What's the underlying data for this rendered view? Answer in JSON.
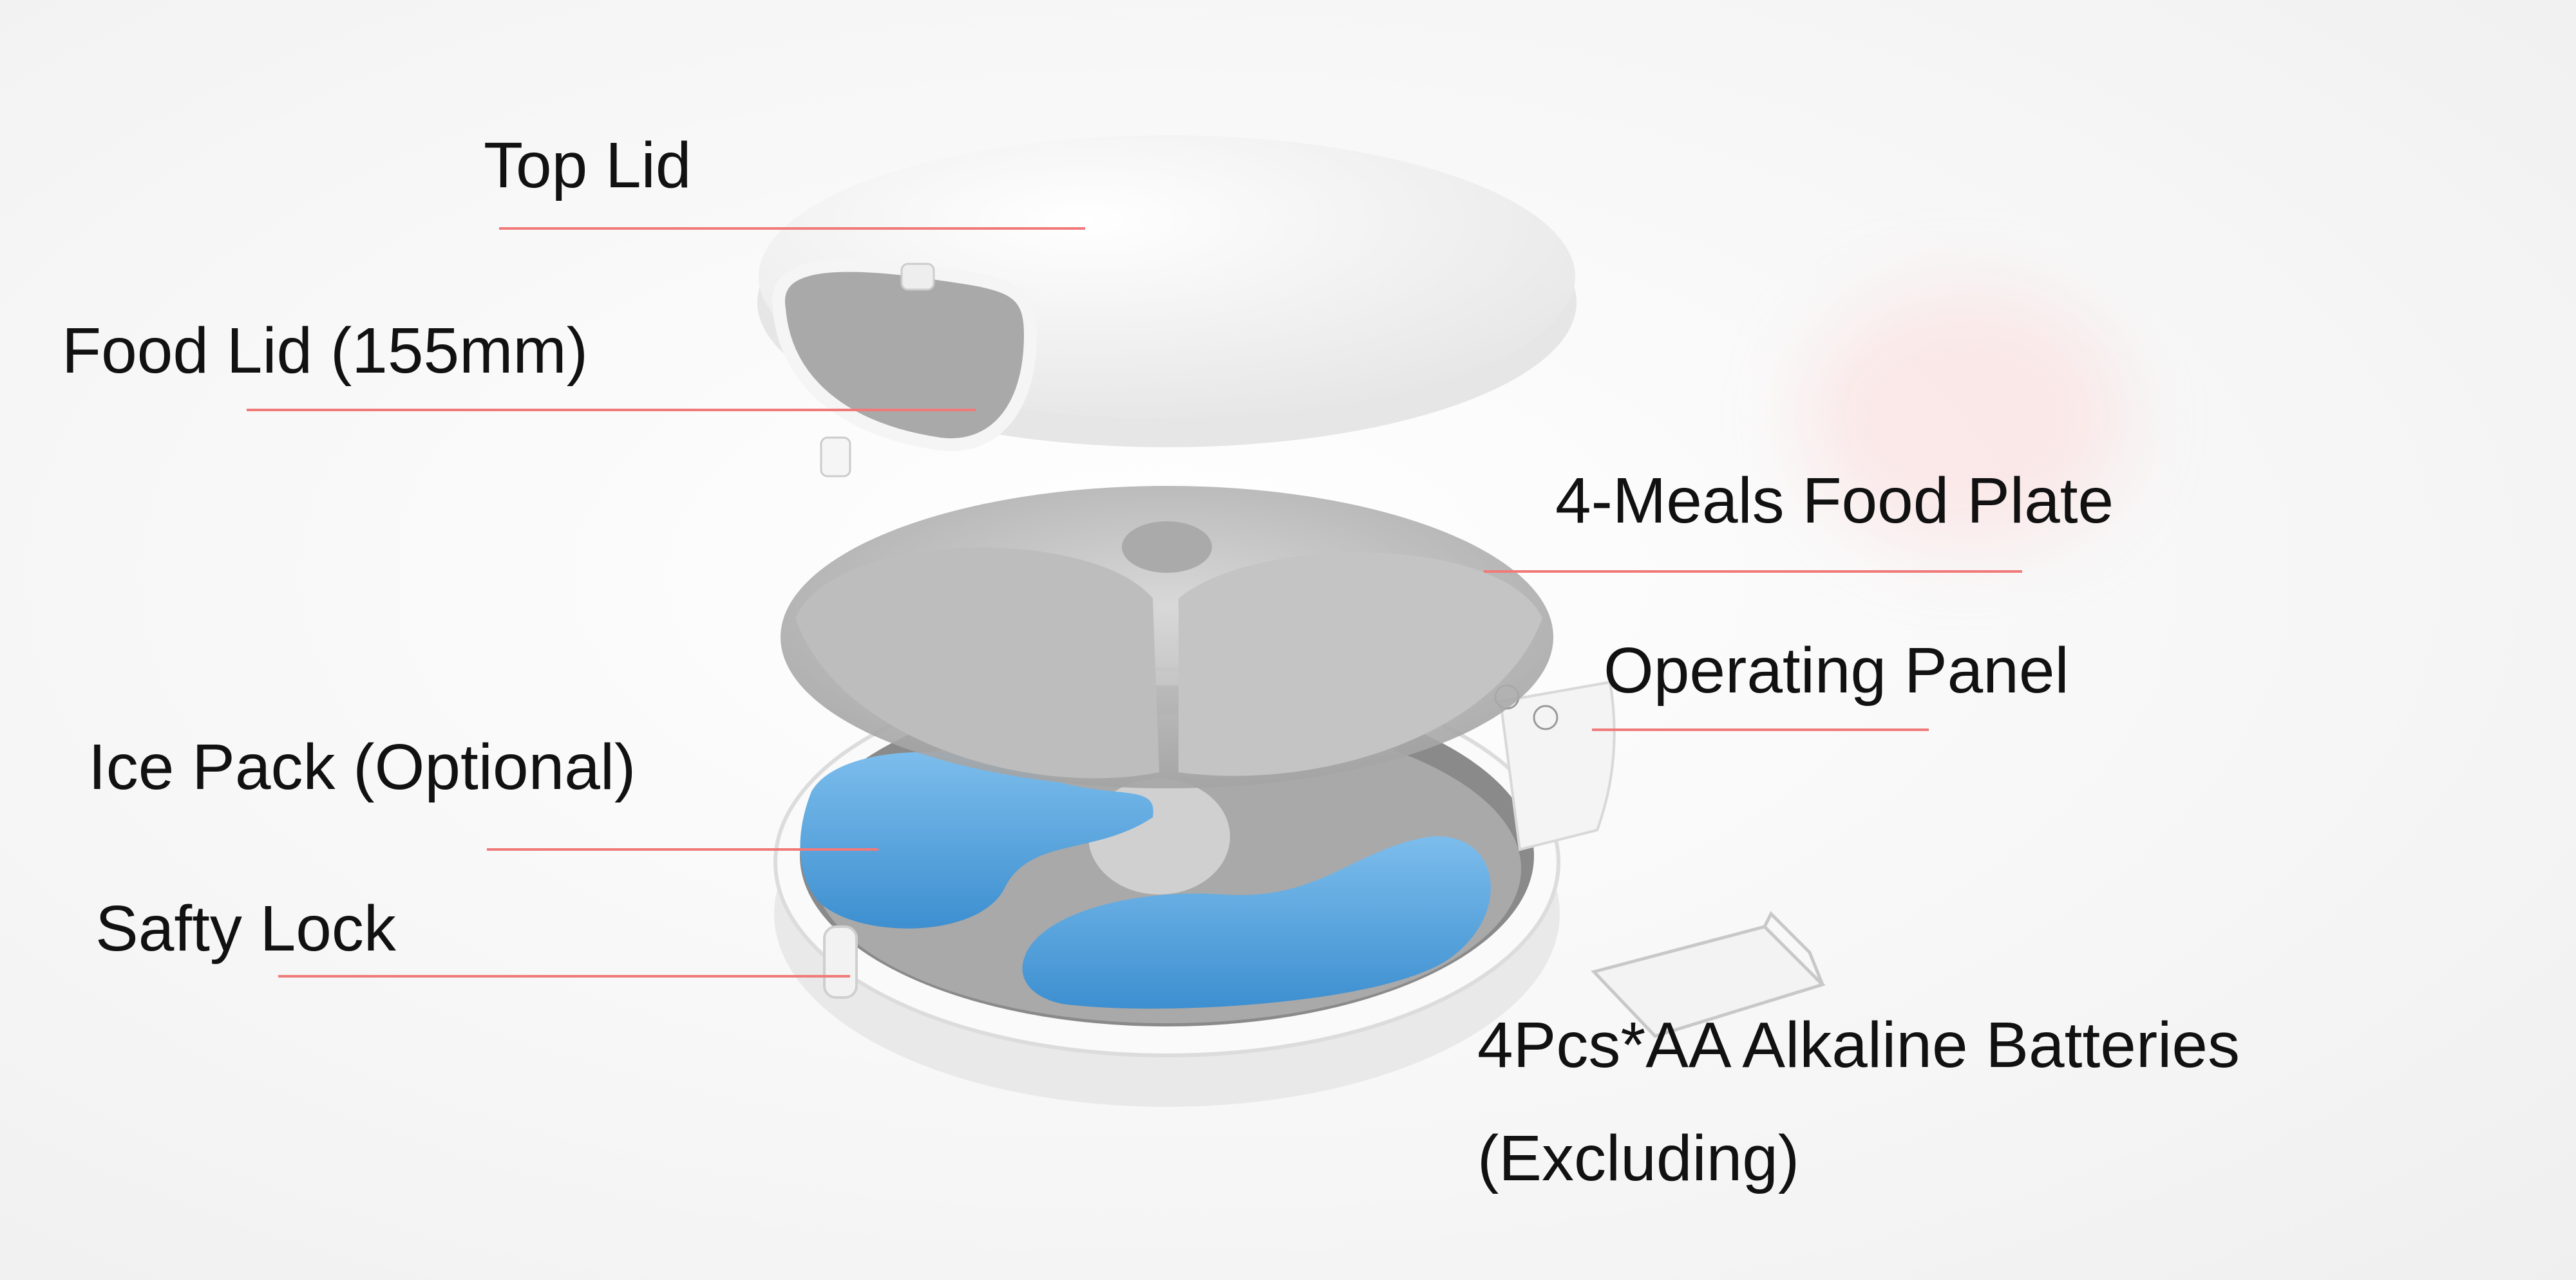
{
  "labels": {
    "top_lid": "Top Lid",
    "food_lid": "Food Lid (155mm)",
    "food_plate": "4-Meals Food Plate",
    "operating_panel": "Operating Panel",
    "ice_pack": "Ice Pack (Optional)",
    "safety_lock": "Safty Lock",
    "batteries_line1": "4Pcs*AA Alkaline Batteries",
    "batteries_line2": "(Excluding)"
  },
  "colors": {
    "leader_line": "#f07a7a",
    "ice_pack": "#5aa8e0",
    "body": "#ffffff"
  }
}
